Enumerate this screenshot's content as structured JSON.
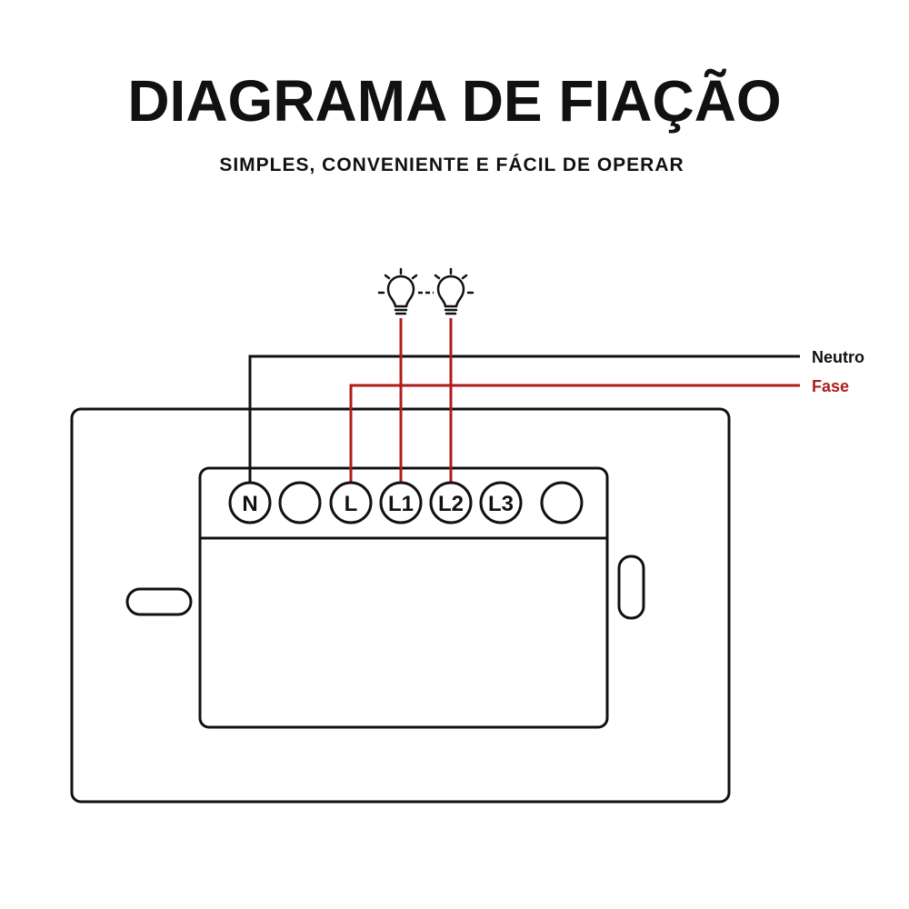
{
  "title": "DIAGRAMA DE FIAÇÃO",
  "subtitle": "SIMPLES, CONVENIENTE E FÁCIL DE OPERAR",
  "wires": {
    "neutral_label": "Neutro",
    "phase_label": "Fase"
  },
  "terminals": [
    "N",
    "",
    "L",
    "L1",
    "L2",
    "L3",
    ""
  ],
  "colors": {
    "phase": "#b01c1c",
    "neutral": "#111111"
  },
  "icons": [
    "light-bulb-icon",
    "light-bulb-icon"
  ]
}
